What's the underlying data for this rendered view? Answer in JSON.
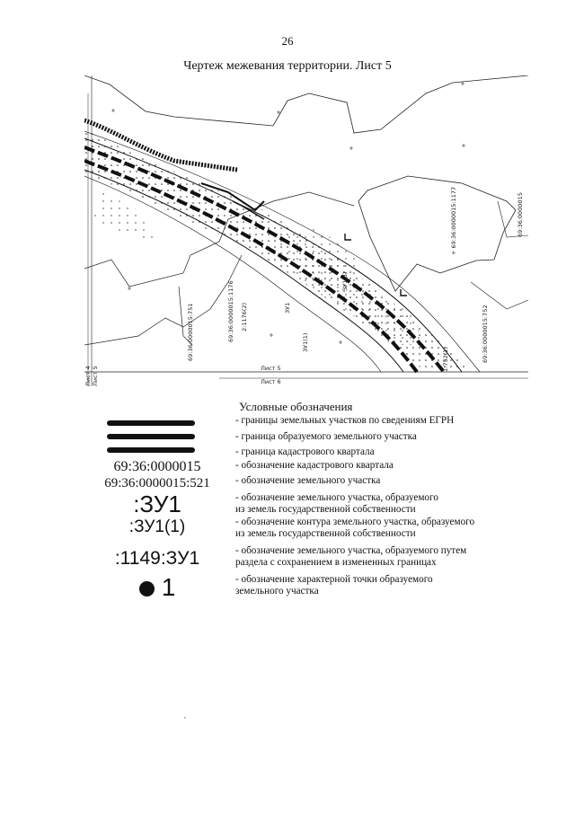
{
  "page": {
    "number": "26",
    "title": "Чертеж межевания территории. Лист 5"
  },
  "map": {
    "labels": {
      "parcel_1177": "+ 69:36:0000015:1177",
      "quarter_right": "69:36:0000015",
      "parcel_751": "69:36:0000015:751",
      "parcel_1176": "69:36:0000015:1176",
      "parcel_752": "69:36:0000015:752",
      "small_a": "2:1176(2)",
      "small_b": "ЗУ1(3)",
      "small_c": "ЗУ1(1)",
      "small_d": "ЗУ1",
      "small_e": "1:752(1)",
      "sheet_4": "Лист 4",
      "sheet_5_left": "Лист 5",
      "sheet_5": "Лист 5",
      "sheet_6": "Лист 6"
    }
  },
  "legend": {
    "heading": "Условные обозначения",
    "items": [
      "- границы земельных участков по сведениям ЕГРН",
      "- граница образуемого земельного участка",
      "- граница кадастрового квартала",
      "- обозначение кадастрового квартала",
      "- обозначение земельного участка",
      "- обозначение земельного участка, образуемого",
      "из земель государственной собственности",
      "- обозначение контура земельного участка, образуемого",
      "из земель государственной собственности",
      "- обозначение земельного участка, образуемого путем",
      "раздела с сохранением в измененных границах",
      "- обозначение характерной точки образуемого",
      "земельного участка"
    ],
    "symbols": {
      "quarter": "69:36:0000015",
      "parcel": "69:36:0000015:521",
      "zu": ":ЗУ1",
      "zu_contour": ":ЗУ1(1)",
      "split": ":1149:ЗУ1",
      "point": "1"
    }
  }
}
